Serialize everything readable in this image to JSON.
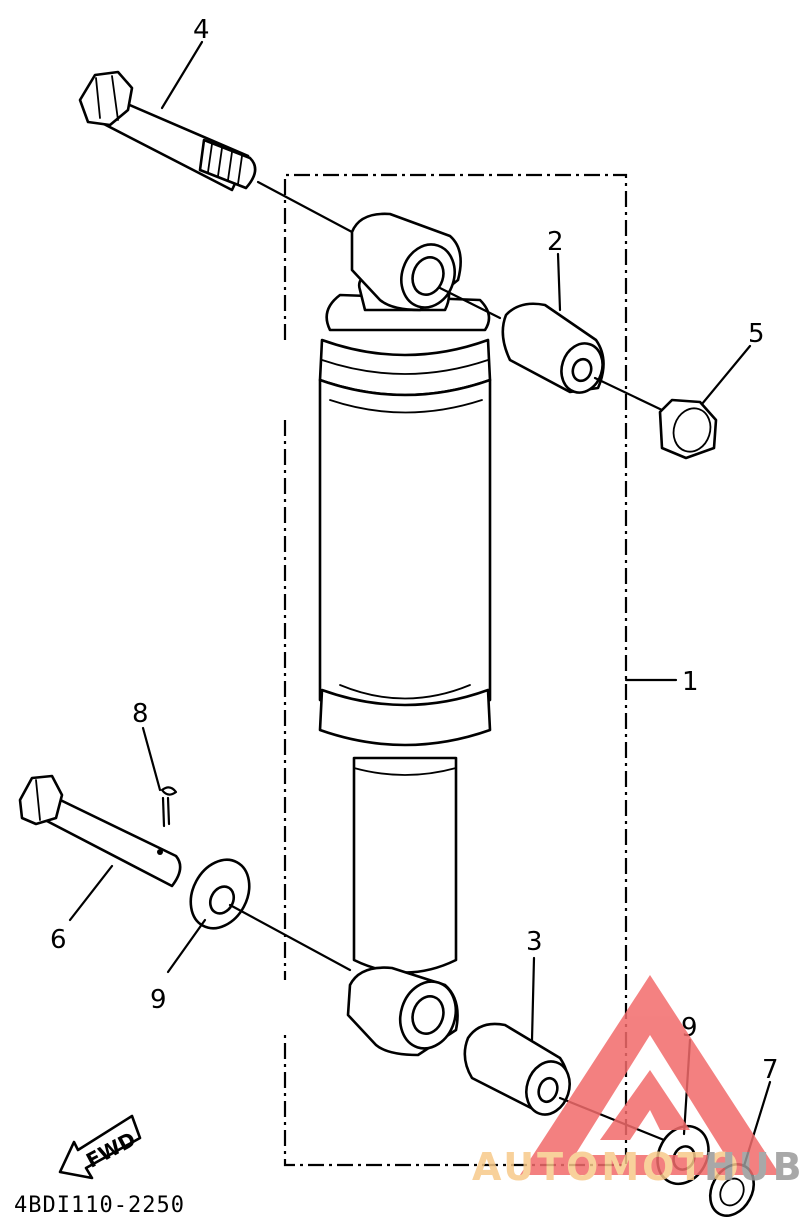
{
  "diagram": {
    "callouts": [
      {
        "id": "1",
        "label": "1"
      },
      {
        "id": "2",
        "label": "2"
      },
      {
        "id": "3",
        "label": "3"
      },
      {
        "id": "4",
        "label": "4"
      },
      {
        "id": "5",
        "label": "5"
      },
      {
        "id": "6",
        "label": "6"
      },
      {
        "id": "7",
        "label": "7"
      },
      {
        "id": "8",
        "label": "8"
      },
      {
        "id": "9a",
        "label": "9"
      },
      {
        "id": "9b",
        "label": "9"
      }
    ],
    "direction_label": "FWD",
    "drawing_code": "4BDI110-2250"
  },
  "watermark": {
    "text_part1": "AUTOMOTO",
    "text_part2": "HUB",
    "colors": {
      "logo": "#f26b6b",
      "text1": "#f7c98a",
      "text2": "#9a9a9a"
    }
  }
}
